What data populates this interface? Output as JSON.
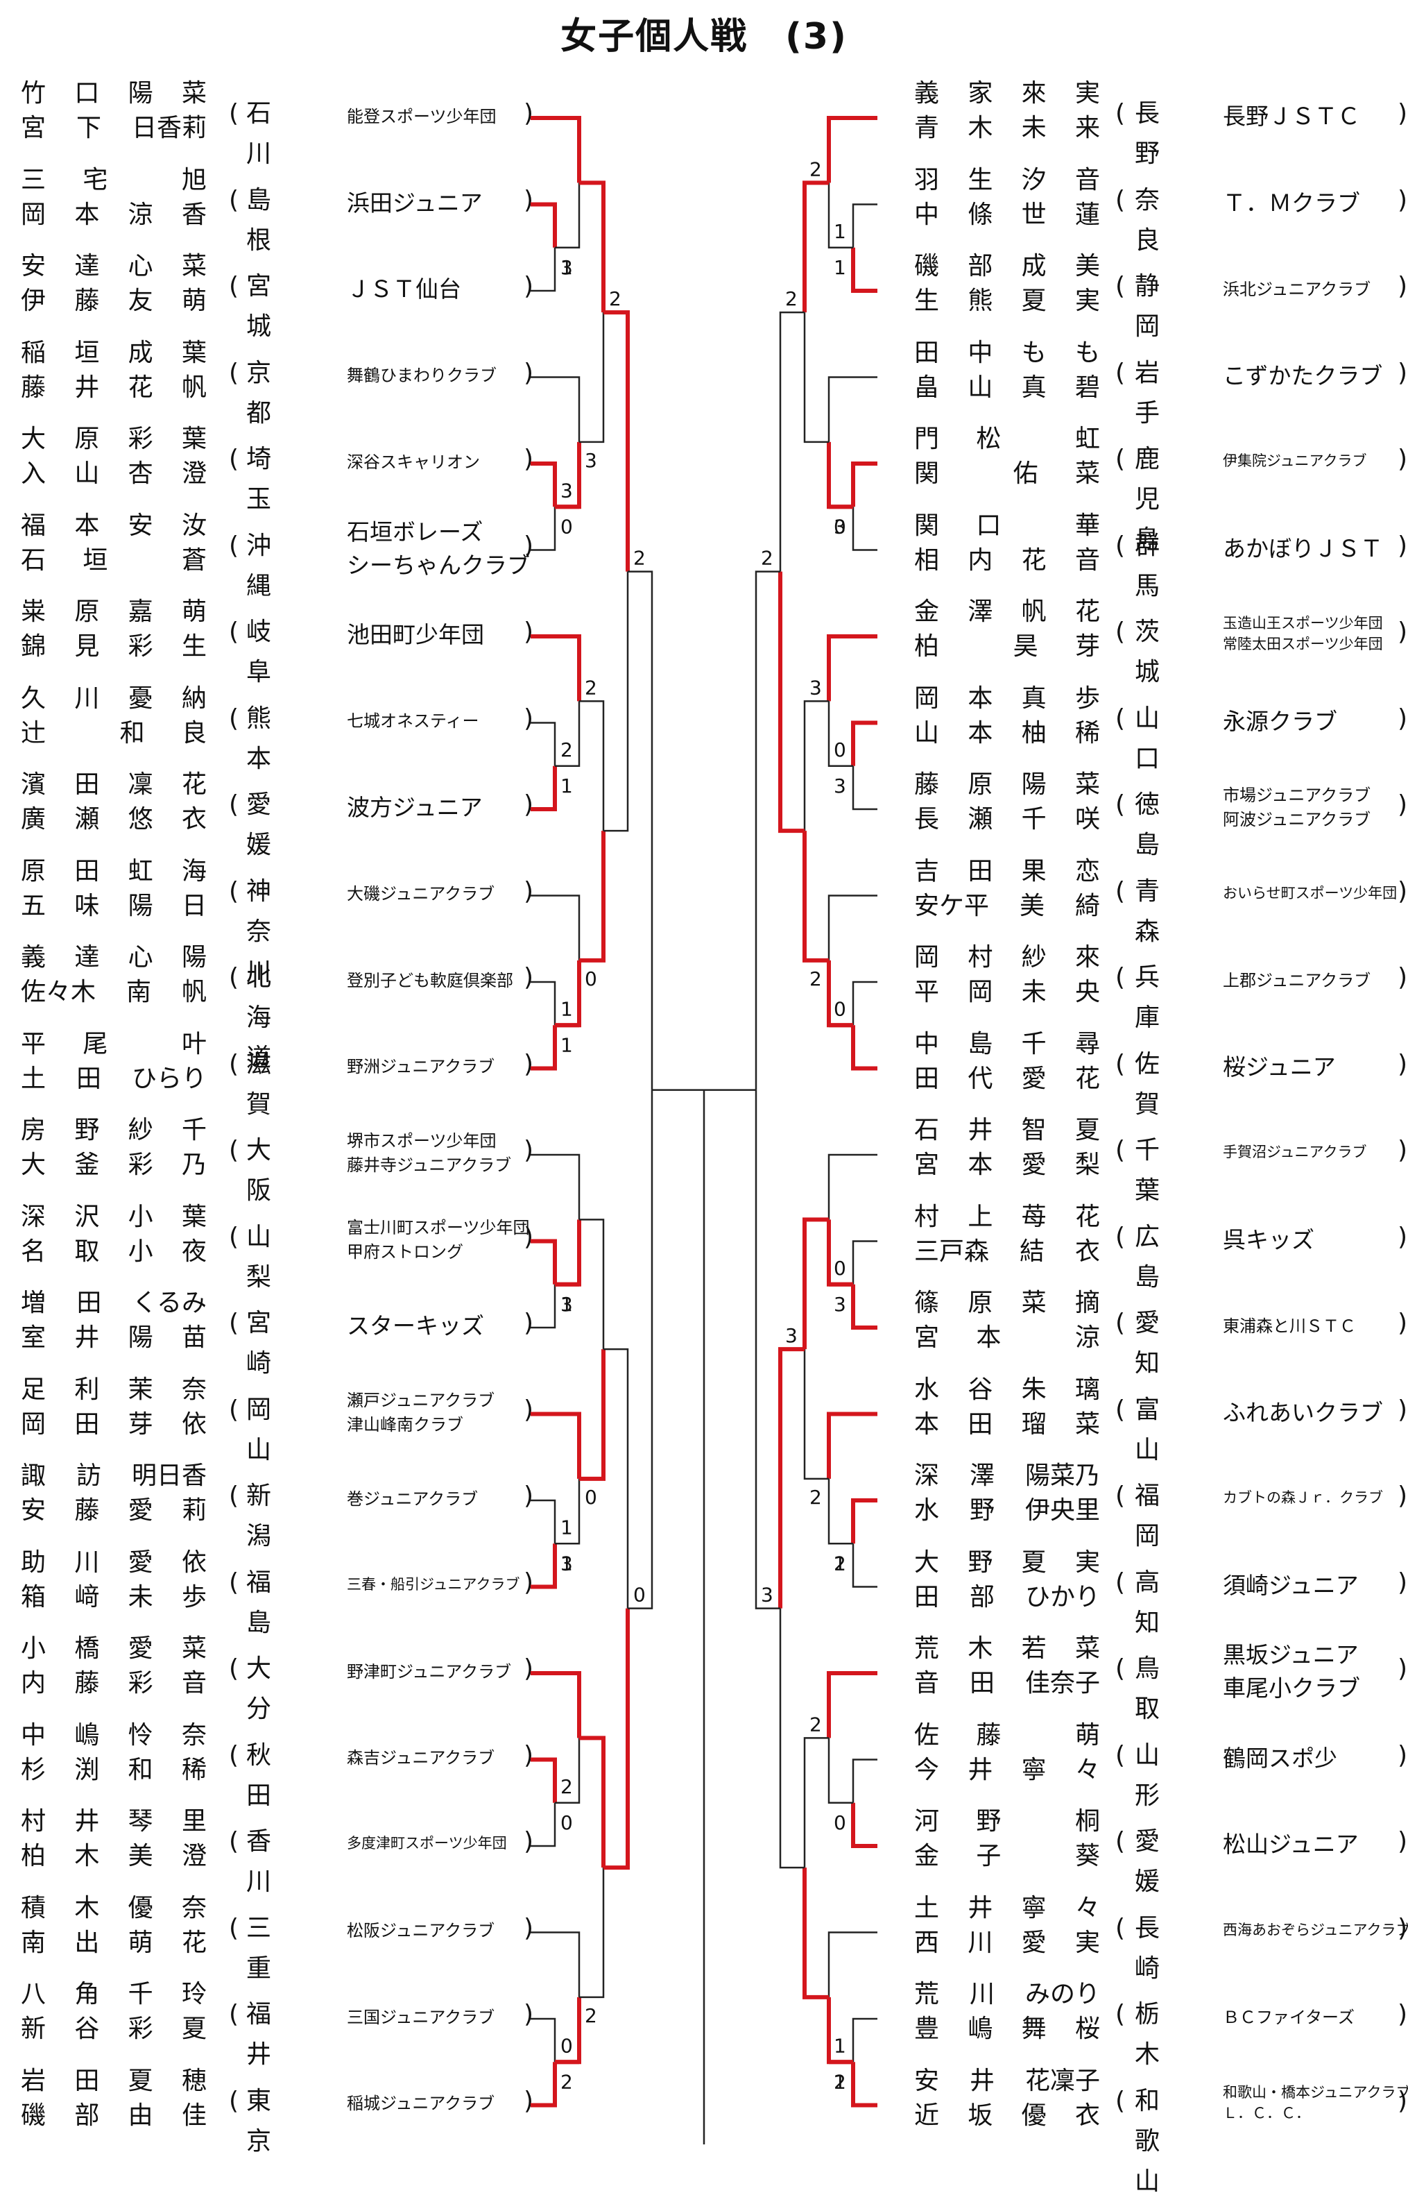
{
  "title": "女子個人戦　(3)",
  "left_entries": [
    {
      "p1": [
        "竹",
        "口",
        "陽",
        "菜"
      ],
      "p2": [
        "宮",
        "下",
        "日香莉"
      ],
      "pref": "石川",
      "club": [
        "能登スポーツ少年団"
      ],
      "cs": "s"
    },
    {
      "p1": [
        "三",
        "宅",
        "",
        "旭"
      ],
      "p2": [
        "岡",
        "本",
        "涼",
        "香"
      ],
      "pref": "島根",
      "club": [
        "浜田ジュニア"
      ],
      "cs": "m"
    },
    {
      "p1": [
        "安",
        "達",
        "心",
        "菜"
      ],
      "p2": [
        "伊",
        "藤",
        "友",
        "萌"
      ],
      "pref": "宮城",
      "club": [
        "ＪＳＴ仙台"
      ],
      "cs": "m"
    },
    {
      "p1": [
        "稲",
        "垣",
        "成",
        "葉"
      ],
      "p2": [
        "藤",
        "井",
        "花",
        "帆"
      ],
      "pref": "京都",
      "club": [
        "舞鶴ひまわりクラブ"
      ],
      "cs": "s"
    },
    {
      "p1": [
        "大",
        "原",
        "彩",
        "葉"
      ],
      "p2": [
        "入",
        "山",
        "杏",
        "澄"
      ],
      "pref": "埼玉",
      "club": [
        "深谷スキャリオン"
      ],
      "cs": "s"
    },
    {
      "p1": [
        "福",
        "本",
        "安",
        "汝"
      ],
      "p2": [
        "石",
        "垣",
        "",
        "蒼"
      ],
      "pref": "沖縄",
      "club": [
        "石垣ボレーズ",
        "シーちゃんクラブ"
      ],
      "cs": "m"
    },
    {
      "p1": [
        "粜",
        "原",
        "嘉",
        "萌"
      ],
      "p2": [
        "錦",
        "見",
        "彩",
        "生"
      ],
      "pref": "岐阜",
      "club": [
        "池田町少年団"
      ],
      "cs": "m"
    },
    {
      "p1": [
        "久",
        "川",
        "憂",
        "納"
      ],
      "p2": [
        "辻",
        "",
        "和",
        "良"
      ],
      "pref": "熊本",
      "club": [
        "七城オネスティー"
      ],
      "cs": "s"
    },
    {
      "p1": [
        "濱",
        "田",
        "凜",
        "花"
      ],
      "p2": [
        "廣",
        "瀬",
        "悠",
        "衣"
      ],
      "pref": "愛媛",
      "club": [
        "波方ジュニア"
      ],
      "cs": "m"
    },
    {
      "p1": [
        "原",
        "田",
        "虹",
        "海"
      ],
      "p2": [
        "五",
        "味",
        "陽",
        "日"
      ],
      "pref": "神奈川",
      "club": [
        "大磯ジュニアクラブ"
      ],
      "cs": "s"
    },
    {
      "p1": [
        "義",
        "達",
        "心",
        "陽"
      ],
      "p2": [
        "佐々木",
        "南",
        "帆"
      ],
      "pref": "北海道",
      "club": [
        "登別子ども軟庭倶楽部"
      ],
      "cs": "s"
    },
    {
      "p1": [
        "平",
        "尾",
        "",
        "叶"
      ],
      "p2": [
        "土",
        "田",
        "ひらり"
      ],
      "pref": "滋賀",
      "club": [
        "野洲ジュニアクラブ"
      ],
      "cs": "s"
    },
    {
      "p1": [
        "房",
        "野",
        "紗",
        "千"
      ],
      "p2": [
        "大",
        "釜",
        "彩",
        "乃"
      ],
      "pref": "大阪",
      "club": [
        "堺市スポーツ少年団",
        "藤井寺ジュニアクラブ"
      ],
      "cs": "s"
    },
    {
      "p1": [
        "深",
        "沢",
        "小",
        "葉"
      ],
      "p2": [
        "名",
        "取",
        "小",
        "夜"
      ],
      "pref": "山梨",
      "club": [
        "富士川町スポーツ少年団",
        "甲府ストロング"
      ],
      "cs": "s"
    },
    {
      "p1": [
        "増",
        "田",
        "くるみ"
      ],
      "p2": [
        "室",
        "井",
        "陽",
        "苗"
      ],
      "pref": "宮崎",
      "club": [
        "スターキッズ"
      ],
      "cs": "m"
    },
    {
      "p1": [
        "足",
        "利",
        "茉",
        "奈"
      ],
      "p2": [
        "岡",
        "田",
        "芽",
        "依"
      ],
      "pref": "岡山",
      "club": [
        "瀬戸ジュニアクラブ",
        "津山峰南クラブ"
      ],
      "cs": "s"
    },
    {
      "p1": [
        "諏",
        "訪",
        "明日香"
      ],
      "p2": [
        "安",
        "藤",
        "愛",
        "莉"
      ],
      "pref": "新潟",
      "club": [
        "巻ジュニアクラブ"
      ],
      "cs": "s"
    },
    {
      "p1": [
        "助",
        "川",
        "愛",
        "依"
      ],
      "p2": [
        "箱",
        "﨑",
        "未",
        "歩"
      ],
      "pref": "福島",
      "club": [
        "三春・船引ジュニアクラブ"
      ],
      "cs": "t"
    },
    {
      "p1": [
        "小",
        "橋",
        "愛",
        "菜"
      ],
      "p2": [
        "内",
        "藤",
        "彩",
        "音"
      ],
      "pref": "大分",
      "club": [
        "野津町ジュニアクラブ"
      ],
      "cs": "s"
    },
    {
      "p1": [
        "中",
        "嶋",
        "怜",
        "奈"
      ],
      "p2": [
        "杉",
        "渕",
        "和",
        "稀"
      ],
      "pref": "秋田",
      "club": [
        "森吉ジュニアクラブ"
      ],
      "cs": "s"
    },
    {
      "p1": [
        "村",
        "井",
        "琴",
        "里"
      ],
      "p2": [
        "柏",
        "木",
        "美",
        "澄"
      ],
      "pref": "香川",
      "club": [
        "多度津町スポーツ少年団"
      ],
      "cs": "t"
    },
    {
      "p1": [
        "積",
        "木",
        "優",
        "奈"
      ],
      "p2": [
        "南",
        "出",
        "萌",
        "花"
      ],
      "pref": "三重",
      "club": [
        "松阪ジュニアクラブ"
      ],
      "cs": "s"
    },
    {
      "p1": [
        "八",
        "角",
        "千",
        "玲"
      ],
      "p2": [
        "新",
        "谷",
        "彩",
        "夏"
      ],
      "pref": "福井",
      "club": [
        "三国ジュニアクラブ"
      ],
      "cs": "s"
    },
    {
      "p1": [
        "岩",
        "田",
        "夏",
        "穂"
      ],
      "p2": [
        "磯",
        "部",
        "由",
        "佳"
      ],
      "pref": "東京",
      "club": [
        "稲城ジュニアクラブ"
      ],
      "cs": "s"
    }
  ],
  "right_entries": [
    {
      "p1": [
        "義",
        "家",
        "來",
        "実"
      ],
      "p2": [
        "青",
        "木",
        "未",
        "来"
      ],
      "pref": "長野",
      "club": [
        "長野ＪＳＴＣ"
      ],
      "cs": "m"
    },
    {
      "p1": [
        "羽",
        "生",
        "汐",
        "音"
      ],
      "p2": [
        "中",
        "條",
        "世",
        "蓮"
      ],
      "pref": "奈良",
      "club": [
        "Ｔ．Ｍクラブ"
      ],
      "cs": "m"
    },
    {
      "p1": [
        "磯",
        "部",
        "成",
        "美"
      ],
      "p2": [
        "生",
        "熊",
        "夏",
        "実"
      ],
      "pref": "静岡",
      "club": [
        "浜北ジュニアクラブ"
      ],
      "cs": "s"
    },
    {
      "p1": [
        "田",
        "中",
        "も",
        "も"
      ],
      "p2": [
        "畠",
        "山",
        "真",
        "碧"
      ],
      "pref": "岩手",
      "club": [
        "こずかたクラブ"
      ],
      "cs": "m"
    },
    {
      "p1": [
        "門",
        "松",
        "",
        "虹"
      ],
      "p2": [
        "関",
        "",
        "佑",
        "菜"
      ],
      "pref": "鹿児島",
      "club": [
        "伊集院ジュニアクラブ"
      ],
      "cs": "t"
    },
    {
      "p1": [
        "関",
        "口",
        "",
        "華"
      ],
      "p2": [
        "相",
        "内",
        "花",
        "音"
      ],
      "pref": "群馬",
      "club": [
        "あかぼりＪＳＴ"
      ],
      "cs": "m"
    },
    {
      "p1": [
        "金",
        "澤",
        "帆",
        "花"
      ],
      "p2": [
        "柏",
        "",
        "昊",
        "芽"
      ],
      "pref": "茨城",
      "club": [
        "玉造山王スポーツ少年団",
        "常陸太田スポーツ少年団"
      ],
      "cs": "t"
    },
    {
      "p1": [
        "岡",
        "本",
        "真",
        "歩"
      ],
      "p2": [
        "山",
        "本",
        "柚",
        "稀"
      ],
      "pref": "山口",
      "club": [
        "永源クラブ"
      ],
      "cs": "m"
    },
    {
      "p1": [
        "藤",
        "原",
        "陽",
        "菜"
      ],
      "p2": [
        "長",
        "瀬",
        "千",
        "咲"
      ],
      "pref": "徳島",
      "club": [
        "市場ジュニアクラブ",
        "阿波ジュニアクラブ"
      ],
      "cs": "s"
    },
    {
      "p1": [
        "吉",
        "田",
        "果",
        "恋"
      ],
      "p2": [
        "安ケ平",
        "美",
        "綺"
      ],
      "pref": "青森",
      "club": [
        "おいらせ町スポーツ少年団"
      ],
      "cs": "t"
    },
    {
      "p1": [
        "岡",
        "村",
        "紗",
        "來"
      ],
      "p2": [
        "平",
        "岡",
        "未",
        "央"
      ],
      "pref": "兵庫",
      "club": [
        "上郡ジュニアクラブ"
      ],
      "cs": "s"
    },
    {
      "p1": [
        "中",
        "島",
        "千",
        "尋"
      ],
      "p2": [
        "田",
        "代",
        "愛",
        "花"
      ],
      "pref": "佐賀",
      "club": [
        "桜ジュニア"
      ],
      "cs": "m"
    },
    {
      "p1": [
        "石",
        "井",
        "智",
        "夏"
      ],
      "p2": [
        "宮",
        "本",
        "愛",
        "梨"
      ],
      "pref": "千葉",
      "club": [
        "手賀沼ジュニアクラブ"
      ],
      "cs": "t"
    },
    {
      "p1": [
        "村",
        "上",
        "苺",
        "花"
      ],
      "p2": [
        "三戸森",
        "結",
        "衣"
      ],
      "pref": "広島",
      "club": [
        "呉キッズ"
      ],
      "cs": "m"
    },
    {
      "p1": [
        "篠",
        "原",
        "菜",
        "摘"
      ],
      "p2": [
        "宮",
        "本",
        "",
        "涼"
      ],
      "pref": "愛知",
      "club": [
        "東浦森と川ＳＴＣ"
      ],
      "cs": "s"
    },
    {
      "p1": [
        "水",
        "谷",
        "朱",
        "璃"
      ],
      "p2": [
        "本",
        "田",
        "瑠",
        "菜"
      ],
      "pref": "富山",
      "club": [
        "ふれあいクラブ"
      ],
      "cs": "m"
    },
    {
      "p1": [
        "深",
        "澤",
        "陽菜乃"
      ],
      "p2": [
        "水",
        "野",
        "伊央里"
      ],
      "pref": "福岡",
      "club": [
        "カブトの森Ｊｒ．クラブ"
      ],
      "cs": "t"
    },
    {
      "p1": [
        "大",
        "野",
        "夏",
        "実"
      ],
      "p2": [
        "田",
        "部",
        "ひかり"
      ],
      "pref": "高知",
      "club": [
        "須崎ジュニア"
      ],
      "cs": "m"
    },
    {
      "p1": [
        "荒",
        "木",
        "若",
        "菜"
      ],
      "p2": [
        "音",
        "田",
        "佳奈子"
      ],
      "pref": "鳥取",
      "club": [
        "黒坂ジュニア",
        "車尾小クラブ"
      ],
      "cs": "m"
    },
    {
      "p1": [
        "佐",
        "藤",
        "",
        "萌"
      ],
      "p2": [
        "今",
        "井",
        "寧",
        "々"
      ],
      "pref": "山形",
      "club": [
        "鶴岡スポ少"
      ],
      "cs": "m"
    },
    {
      "p1": [
        "河",
        "野",
        "",
        "桐"
      ],
      "p2": [
        "金",
        "子",
        "",
        "葵"
      ],
      "pref": "愛媛",
      "club": [
        "松山ジュニア"
      ],
      "cs": "m"
    },
    {
      "p1": [
        "土",
        "井",
        "寧",
        "々"
      ],
      "p2": [
        "西",
        "川",
        "愛",
        "実"
      ],
      "pref": "長崎",
      "club": [
        "西海あおぞらジュニアクラブ"
      ],
      "cs": "t"
    },
    {
      "p1": [
        "荒",
        "川",
        "みのり"
      ],
      "p2": [
        "豊",
        "嶋",
        "舞",
        "桜"
      ],
      "pref": "栃木",
      "club": [
        "ＢＣファイターズ"
      ],
      "cs": "s"
    },
    {
      "p1": [
        "安",
        "井",
        "花凜子"
      ],
      "p2": [
        "近",
        "坂",
        "優",
        "衣"
      ],
      "pref": "和歌山",
      "club": [
        "和歌山・橋本ジュニアクラブ",
        "Ｌ．Ｃ．Ｃ．"
      ],
      "cs": "t"
    }
  ],
  "scores_left": {
    "l1": [
      {
        "g": 1,
        "top": "",
        "bot": "1"
      },
      {
        "g": 2,
        "top": "",
        "bot": "3"
      },
      {
        "g": 4,
        "top": "3",
        "bot": ""
      },
      {
        "g": 5,
        "top": "",
        "bot": "0"
      },
      {
        "g": 7,
        "top": "2",
        "bot": "1"
      },
      {
        "g": 10,
        "top": "1",
        "bot": "1"
      },
      {
        "g": 13,
        "top": "",
        "bot": "1"
      },
      {
        "g": 14,
        "top": "",
        "bot": "3"
      },
      {
        "g": 16,
        "top": "1",
        "bot": "1"
      },
      {
        "g": 17,
        "top": "",
        "bot": "3"
      },
      {
        "g": 19,
        "top": "2",
        "bot": "0"
      },
      {
        "g": 22,
        "top": "0",
        "bot": "2"
      }
    ],
    "l2": [
      {
        "m": 0,
        "top": "",
        "bot": "3"
      },
      {
        "m": 1,
        "top": "2",
        "bot": "0"
      },
      {
        "m": 2,
        "top": "",
        "bot": "0"
      },
      {
        "m": 3,
        "top": "",
        "bot": "2"
      }
    ],
    "l3": [
      {
        "m": 0,
        "top": "2",
        "bot": ""
      },
      {
        "m": 1,
        "top": "",
        "bot": ""
      }
    ]
  },
  "scores_right": {
    "l1": [
      {
        "g": 1,
        "top": "1",
        "bot": "1"
      },
      {
        "g": 4,
        "top": "",
        "bot": "0"
      },
      {
        "g": 5,
        "top": "",
        "bot": "3"
      },
      {
        "g": 8,
        "top": "0",
        "bot": "3"
      },
      {
        "g": 10,
        "top": "0",
        "bot": ""
      },
      {
        "g": 13,
        "top": "0",
        "bot": "3"
      },
      {
        "g": 16,
        "top": "",
        "bot": "2"
      },
      {
        "g": 17,
        "top": "",
        "bot": "1"
      },
      {
        "g": 20,
        "top": "",
        "bot": "0"
      },
      {
        "g": 21,
        "top": "",
        "bot": "1"
      },
      {
        "g": 22,
        "top": "1",
        "bot": "2"
      }
    ],
    "l2": [
      {
        "m": 0,
        "top": "2",
        "bot": ""
      },
      {
        "m": 1,
        "top": "3",
        "bot": "2"
      },
      {
        "m": 2,
        "top": "",
        "bot": "2"
      },
      {
        "m": 3,
        "top": "2",
        "bot": ""
      }
    ],
    "l3": [
      {
        "m": 0,
        "top": "2",
        "bot": ""
      },
      {
        "m": 1,
        "top": "3",
        "bot": ""
      }
    ]
  },
  "root_scores": {
    "left_upper": "2",
    "right_upper": "2",
    "left_lower": "0",
    "right_lower": "3"
  },
  "colors": {
    "winner": "#d4161d",
    "line": "#222222"
  }
}
